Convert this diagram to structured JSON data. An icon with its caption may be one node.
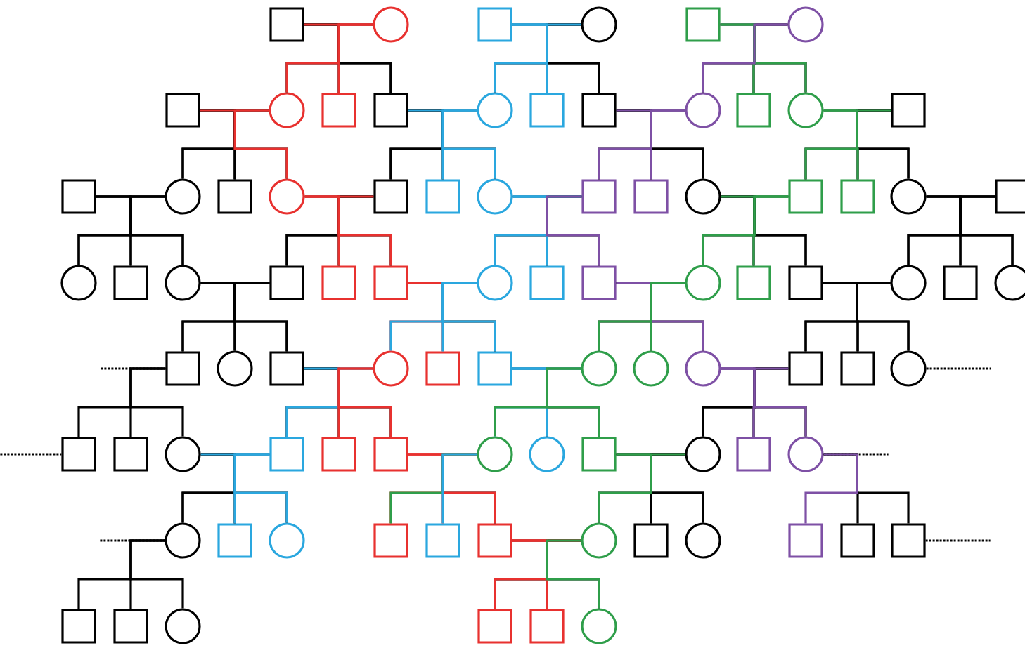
{
  "diagram": {
    "nodes": [
      {
        "text": [],
        "shape": "box"
      },
      {
        "text": [],
        "shape": "circle"
      },
      {
        "text": [],
        "shape": "box"
      },
      {
        "text": [],
        "shape": "circle"
      },
      {
        "text": [],
        "shape": "box"
      },
      {
        "text": [],
        "shape": "circle"
      },
      {
        "text": [],
        "shape": "box"
      },
      {
        "text": [],
        "shape": "circle"
      },
      {
        "text": [],
        "shape": "box"
      },
      {
        "text": [],
        "shape": "box"
      },
      {
        "text": [],
        "shape": "circle"
      },
      {
        "text": [],
        "shape": "box"
      },
      {
        "text": [],
        "shape": "box"
      },
      {
        "text": [],
        "shape": "circle"
      },
      {
        "text": [],
        "shape": "box"
      },
      {
        "text": [],
        "shape": "circle"
      },
      {
        "text": [],
        "shape": "box"
      },
      {
        "text": [],
        "shape": "box"
      },
      {
        "text": [],
        "shape": "circle"
      },
      {
        "text": [],
        "shape": "box"
      },
      {
        "text": [],
        "shape": "circle"
      },
      {
        "text": [],
        "shape": "box"
      },
      {
        "text": [],
        "shape": "box"
      },
      {
        "text": [],
        "shape": "circle"
      },
      {
        "text": [],
        "shape": "box"
      },
      {
        "text": [],
        "shape": "box"
      },
      {
        "text": [],
        "shape": "circle"
      },
      {
        "text": [],
        "shape": "box"
      },
      {
        "text": [],
        "shape": "box"
      },
      {
        "text": [],
        "shape": "circle"
      },
      {
        "text": [],
        "shape": "box"
      },
      {
        "text": [],
        "shape": "circle"
      },
      {
        "text": [],
        "shape": "box"
      },
      {
        "text": [],
        "shape": "circle"
      },
      {
        "text": [],
        "shape": "box"
      },
      {
        "text": [],
        "shape": "box"
      },
      {
        "text": [],
        "shape": "box"
      },
      {
        "text": [],
        "shape": "circle"
      },
      {
        "text": [],
        "shape": "box"
      },
      {
        "text": [],
        "shape": "box"
      },
      {
        "text": [],
        "shape": "circle"
      },
      {
        "text": [],
        "shape": "box"
      },
      {
        "text": [],
        "shape": "box"
      },
      {
        "text": [],
        "shape": "circle"
      },
      {
        "text": [],
        "shape": "box"
      },
      {
        "text": [],
        "shape": "circle"
      },
      {
        "text": [],
        "shape": "box"
      },
      {
        "text": [],
        "shape": "circle"
      },
      {
        "text": [],
        "shape": "box"
      },
      {
        "text": [],
        "shape": "circle"
      },
      {
        "text": [],
        "shape": "box"
      },
      {
        "text": [],
        "shape": "box"
      },
      {
        "text": [],
        "shape": "circle"
      },
      {
        "text": [],
        "shape": "circle"
      },
      {
        "text": [],
        "shape": "circle"
      },
      {
        "text": [],
        "shape": "box"
      },
      {
        "text": [],
        "shape": "box"
      },
      {
        "text": [],
        "shape": "circle"
      },
      {
        "text": [],
        "shape": "box"
      },
      {
        "text": [],
        "shape": "box"
      },
      {
        "text": [],
        "shape": "circle"
      },
      {
        "text": [],
        "shape": "box"
      },
      {
        "text": [],
        "shape": "box"
      },
      {
        "text": [],
        "shape": "box"
      },
      {
        "text": [],
        "shape": "circle"
      },
      {
        "text": [],
        "shape": "circle"
      },
      {
        "text": [],
        "shape": "box"
      },
      {
        "text": [],
        "shape": "circle"
      },
      {
        "text": [],
        "shape": "box"
      },
      {
        "text": [],
        "shape": "circle"
      },
      {
        "text": [],
        "shape": "circle"
      },
      {
        "text": [],
        "shape": "box"
      },
      {
        "text": [],
        "shape": "circle"
      },
      {
        "text": [],
        "shape": "box"
      },
      {
        "text": [],
        "shape": "box"
      },
      {
        "text": [],
        "shape": "box"
      },
      {
        "text": [],
        "shape": "circle"
      },
      {
        "text": [],
        "shape": "box"
      },
      {
        "text": [],
        "shape": "circle"
      },
      {
        "text": [],
        "shape": "box"
      },
      {
        "text": [],
        "shape": "box"
      },
      {
        "text": [],
        "shape": "box"
      },
      {
        "text": [],
        "shape": "box"
      },
      {
        "text": [],
        "shape": "box"
      },
      {
        "text": [],
        "shape": "circle"
      },
      {
        "text": [],
        "shape": "box"
      },
      {
        "text": [],
        "shape": "box"
      },
      {
        "text": [],
        "shape": "circle"
      }
    ],
    "edges": [
      {
        "from": 0,
        "to": 1,
        "arrow": "none",
        "color": "#e8312f"
      },
      {
        "from": 2,
        "to": 3,
        "arrow": "none",
        "color": "#2aa7df"
      },
      {
        "from": 4,
        "to": 5,
        "arrow": "none",
        "color": "#7e50a5"
      },
      {
        "from": 6,
        "to": 7,
        "arrow": "none",
        "color": "#e8312f"
      },
      {
        "from": 9,
        "to": 10,
        "arrow": "none",
        "color": "#2aa7df"
      },
      {
        "from": 12,
        "to": 13,
        "arrow": "none",
        "color": "#7e50a5"
      },
      {
        "from": 15,
        "to": 16,
        "arrow": "none",
        "color": "#2f9e4a"
      },
      {
        "from": 17,
        "to": 18,
        "arrow": "none"
      },
      {
        "from": 20,
        "to": 21,
        "arrow": "none",
        "color": "#e8312f"
      },
      {
        "from": 23,
        "to": 24,
        "arrow": "none",
        "color": "#2aa7df"
      },
      {
        "from": 26,
        "to": 27,
        "arrow": "none",
        "color": "#2f9e4a"
      },
      {
        "from": 29,
        "to": 30,
        "arrow": "none"
      },
      {
        "from": 33,
        "to": 34,
        "arrow": "none"
      },
      {
        "from": 36,
        "to": 37,
        "arrow": "none",
        "color": "#e8312f"
      },
      {
        "from": 39,
        "to": 40,
        "arrow": "none",
        "color": "#7e50a5"
      },
      {
        "from": 42,
        "to": 43,
        "arrow": "none"
      },
      {
        "from": 48,
        "to": 49,
        "arrow": "none",
        "color": "#2aa7df"
      },
      {
        "from": 51,
        "to": 52,
        "arrow": "none",
        "color": "#2aa7df"
      },
      {
        "from": 54,
        "to": 55,
        "arrow": "none",
        "color": "#7e50a5"
      },
      {
        "from": 60,
        "to": 61,
        "arrow": "none",
        "color": "#2aa7df"
      },
      {
        "from": 63,
        "to": 64,
        "arrow": "none",
        "color": "#e8312f"
      },
      {
        "from": 66,
        "to": 67,
        "arrow": "none",
        "color": "#2f9e4a"
      },
      {
        "from": 75,
        "to": 76,
        "arrow": "none",
        "color": "#e8312f"
      },
      {
        "from": null,
        "to": 46,
        "arrow": "none",
        "style": "dashed"
      },
      {
        "from": 57,
        "to": null,
        "arrow": "none",
        "style": "dashed"
      },
      {
        "from": null,
        "to": 58,
        "arrow": "none",
        "style": "dashed"
      },
      {
        "from": 69,
        "to": null,
        "arrow": "none",
        "style": "dashed"
      },
      {
        "from": null,
        "to": 70,
        "arrow": "none",
        "style": "dashed"
      },
      {
        "from": 81,
        "to": null,
        "arrow": "none",
        "style": "dashed"
      },
      {
        "from": 0,
        "to": 7,
        "arrow": "none"
      },
      {
        "from": 0,
        "to": 8,
        "arrow": "none"
      },
      {
        "from": 0,
        "to": 9,
        "arrow": "none"
      },
      {
        "from": 1,
        "to": 7,
        "arrow": "none",
        "color": "#e8312f"
      },
      {
        "from": 1,
        "to": 8,
        "arrow": "none",
        "color": "#e8312f"
      },
      {
        "from": 1,
        "to": 9,
        "arrow": "none"
      },
      {
        "from": 2,
        "to": 10,
        "arrow": "none",
        "color": "#2aa7df"
      },
      {
        "from": 2,
        "to": 11,
        "arrow": "none",
        "color": "#2aa7df"
      },
      {
        "from": 2,
        "to": 12,
        "arrow": "none"
      },
      {
        "from": 3,
        "to": 10,
        "arrow": "none"
      },
      {
        "from": 3,
        "to": 11,
        "arrow": "none"
      },
      {
        "from": 3,
        "to": 12,
        "arrow": "none"
      },
      {
        "from": 4,
        "to": 13,
        "arrow": "none"
      },
      {
        "from": 4,
        "to": 14,
        "arrow": "none",
        "color": "#2f9e4a"
      },
      {
        "from": 4,
        "to": 15,
        "arrow": "none",
        "color": "#2f9e4a"
      },
      {
        "from": 5,
        "to": 13,
        "arrow": "none",
        "color": "#7e50a5"
      },
      {
        "from": 5,
        "to": 14,
        "arrow": "none"
      },
      {
        "from": 5,
        "to": 15,
        "arrow": "none"
      },
      {
        "from": 6,
        "to": 18,
        "arrow": "none"
      },
      {
        "from": 6,
        "to": 19,
        "arrow": "none"
      },
      {
        "from": 6,
        "to": 20,
        "arrow": "none"
      },
      {
        "from": 7,
        "to": 18,
        "arrow": "none"
      },
      {
        "from": 7,
        "to": 19,
        "arrow": "none"
      },
      {
        "from": 7,
        "to": 20,
        "arrow": "none",
        "color": "#e8312f"
      },
      {
        "from": 9,
        "to": 21,
        "arrow": "none"
      },
      {
        "from": 9,
        "to": 22,
        "arrow": "none"
      },
      {
        "from": 9,
        "to": 23,
        "arrow": "none"
      },
      {
        "from": 10,
        "to": 21,
        "arrow": "none"
      },
      {
        "from": 10,
        "to": 22,
        "arrow": "none",
        "color": "#2aa7df"
      },
      {
        "from": 10,
        "to": 23,
        "arrow": "none",
        "color": "#2aa7df"
      },
      {
        "from": 12,
        "to": 24,
        "arrow": "none"
      },
      {
        "from": 12,
        "to": 25,
        "arrow": "none"
      },
      {
        "from": 12,
        "to": 26,
        "arrow": "none"
      },
      {
        "from": 13,
        "to": 24,
        "arrow": "none",
        "color": "#7e50a5"
      },
      {
        "from": 13,
        "to": 25,
        "arrow": "none",
        "color": "#7e50a5"
      },
      {
        "from": 13,
        "to": 26,
        "arrow": "none"
      },
      {
        "from": 15,
        "to": 27,
        "arrow": "none",
        "color": "#2f9e4a"
      },
      {
        "from": 15,
        "to": 28,
        "arrow": "none",
        "color": "#2f9e4a"
      },
      {
        "from": 15,
        "to": 29,
        "arrow": "none"
      },
      {
        "from": 16,
        "to": 27,
        "arrow": "none"
      },
      {
        "from": 16,
        "to": 28,
        "arrow": "none"
      },
      {
        "from": 16,
        "to": 29,
        "arrow": "none"
      },
      {
        "from": 17,
        "to": 31,
        "arrow": "none"
      },
      {
        "from": 17,
        "to": 32,
        "arrow": "none"
      },
      {
        "from": 17,
        "to": 33,
        "arrow": "none"
      },
      {
        "from": 18,
        "to": 31,
        "arrow": "none"
      },
      {
        "from": 18,
        "to": 32,
        "arrow": "none"
      },
      {
        "from": 18,
        "to": 33,
        "arrow": "none"
      },
      {
        "from": 20,
        "to": 34,
        "arrow": "none"
      },
      {
        "from": 20,
        "to": 35,
        "arrow": "none",
        "color": "#e8312f"
      },
      {
        "from": 20,
        "to": 36,
        "arrow": "none",
        "color": "#e8312f"
      },
      {
        "from": 21,
        "to": 34,
        "arrow": "none"
      },
      {
        "from": 21,
        "to": 35,
        "arrow": "none"
      },
      {
        "from": 21,
        "to": 36,
        "arrow": "none"
      },
      {
        "from": 23,
        "to": 37,
        "arrow": "none",
        "color": "#2aa7df"
      },
      {
        "from": 23,
        "to": 38,
        "arrow": "none",
        "color": "#2aa7df"
      },
      {
        "from": 23,
        "to": 39,
        "arrow": "none"
      },
      {
        "from": 24,
        "to": 37,
        "arrow": "none"
      },
      {
        "from": 24,
        "to": 38,
        "arrow": "none"
      },
      {
        "from": 24,
        "to": 39,
        "arrow": "none",
        "color": "#7e50a5"
      },
      {
        "from": 26,
        "to": 40,
        "arrow": "none"
      },
      {
        "from": 26,
        "to": 41,
        "arrow": "none"
      },
      {
        "from": 26,
        "to": 42,
        "arrow": "none"
      },
      {
        "from": 27,
        "to": 40,
        "arrow": "none",
        "color": "#2f9e4a"
      },
      {
        "from": 27,
        "to": 41,
        "arrow": "none",
        "color": "#2f9e4a"
      },
      {
        "from": 27,
        "to": 42,
        "arrow": "none"
      },
      {
        "from": 29,
        "to": 43,
        "arrow": "none"
      },
      {
        "from": 29,
        "to": 44,
        "arrow": "none"
      },
      {
        "from": 29,
        "to": 45,
        "arrow": "none"
      },
      {
        "from": 30,
        "to": 43,
        "arrow": "none"
      },
      {
        "from": 30,
        "to": 44,
        "arrow": "none"
      },
      {
        "from": 30,
        "to": 45,
        "arrow": "none"
      },
      {
        "from": 33,
        "to": 46,
        "arrow": "none"
      },
      {
        "from": 33,
        "to": 47,
        "arrow": "none"
      },
      {
        "from": 33,
        "to": 48,
        "arrow": "none"
      },
      {
        "from": 34,
        "to": 46,
        "arrow": "none"
      },
      {
        "from": 34,
        "to": 47,
        "arrow": "none"
      },
      {
        "from": 34,
        "to": 48,
        "arrow": "none"
      },
      {
        "from": 36,
        "to": 49,
        "arrow": "none",
        "color": "#e8312f"
      },
      {
        "from": 36,
        "to": 50,
        "arrow": "none",
        "color": "#e8312f"
      },
      {
        "from": 36,
        "to": 51,
        "arrow": "none"
      },
      {
        "from": 37,
        "to": 49,
        "arrow": "none",
        "color": "#2aa7df"
      },
      {
        "from": 37,
        "to": 50,
        "arrow": "none",
        "color": "#2aa7df"
      },
      {
        "from": 37,
        "to": 51,
        "arrow": "none",
        "color": "#2aa7df"
      },
      {
        "from": 39,
        "to": 52,
        "arrow": "none"
      },
      {
        "from": 39,
        "to": 53,
        "arrow": "none"
      },
      {
        "from": 39,
        "to": 54,
        "arrow": "none",
        "color": "#7e50a5"
      },
      {
        "from": 40,
        "to": 52,
        "arrow": "none",
        "color": "#2f9e4a"
      },
      {
        "from": 40,
        "to": 53,
        "arrow": "none",
        "color": "#2f9e4a"
      },
      {
        "from": 40,
        "to": 54,
        "arrow": "none"
      },
      {
        "from": 42,
        "to": 55,
        "arrow": "none"
      },
      {
        "from": 42,
        "to": 56,
        "arrow": "none"
      },
      {
        "from": 42,
        "to": 57,
        "arrow": "none"
      },
      {
        "from": 43,
        "to": 55,
        "arrow": "none"
      },
      {
        "from": 43,
        "to": 56,
        "arrow": "none"
      },
      {
        "from": 43,
        "to": 57,
        "arrow": "none"
      },
      {
        "from": 46,
        "to": 58,
        "arrow": "none"
      },
      {
        "from": 46,
        "to": 59,
        "arrow": "none"
      },
      {
        "from": 46,
        "to": 60,
        "arrow": "none"
      },
      {
        "from": 48,
        "to": 61,
        "arrow": "none"
      },
      {
        "from": 48,
        "to": 62,
        "arrow": "none"
      },
      {
        "from": 48,
        "to": 63,
        "arrow": "none"
      },
      {
        "from": 49,
        "to": 61,
        "arrow": "none",
        "color": "#2aa7df"
      },
      {
        "from": 49,
        "to": 62,
        "arrow": "none",
        "color": "#e8312f"
      },
      {
        "from": 49,
        "to": 63,
        "arrow": "none",
        "color": "#e8312f"
      },
      {
        "from": 51,
        "to": 64,
        "arrow": "none",
        "color": "#2aa7df"
      },
      {
        "from": 51,
        "to": 65,
        "arrow": "none",
        "color": "#2aa7df"
      },
      {
        "from": 51,
        "to": 66,
        "arrow": "none"
      },
      {
        "from": 52,
        "to": 64,
        "arrow": "none",
        "color": "#2f9e4a"
      },
      {
        "from": 52,
        "to": 65,
        "arrow": "none"
      },
      {
        "from": 52,
        "to": 66,
        "arrow": "none",
        "color": "#2f9e4a"
      },
      {
        "from": 54,
        "to": 67,
        "arrow": "none"
      },
      {
        "from": 54,
        "to": 68,
        "arrow": "none",
        "color": "#7e50a5"
      },
      {
        "from": 54,
        "to": 69,
        "arrow": "none",
        "color": "#7e50a5"
      },
      {
        "from": 55,
        "to": 67,
        "arrow": "none"
      },
      {
        "from": 55,
        "to": 68,
        "arrow": "none"
      },
      {
        "from": 55,
        "to": 69,
        "arrow": "none"
      },
      {
        "from": 60,
        "to": 70,
        "arrow": "none"
      },
      {
        "from": 60,
        "to": 71,
        "arrow": "none"
      },
      {
        "from": 60,
        "to": 72,
        "arrow": "none"
      },
      {
        "from": 61,
        "to": 70,
        "arrow": "none"
      },
      {
        "from": 61,
        "to": 71,
        "arrow": "none",
        "color": "#2aa7df"
      },
      {
        "from": 61,
        "to": 72,
        "arrow": "none",
        "color": "#2aa7df"
      },
      {
        "from": 63,
        "to": 73,
        "arrow": "none",
        "color": "#e8312f"
      },
      {
        "from": 63,
        "to": 74,
        "arrow": "none",
        "color": "#e8312f"
      },
      {
        "from": 63,
        "to": 75,
        "arrow": "none",
        "color": "#e8312f"
      },
      {
        "from": 64,
        "to": 73,
        "arrow": "none",
        "color": "#2f9e4a"
      },
      {
        "from": 64,
        "to": 74,
        "arrow": "none",
        "color": "#2aa7df"
      },
      {
        "from": 64,
        "to": 75,
        "arrow": "none"
      },
      {
        "from": 66,
        "to": 76,
        "arrow": "none",
        "color": "#2f9e4a"
      },
      {
        "from": 66,
        "to": 77,
        "arrow": "none"
      },
      {
        "from": 66,
        "to": 78,
        "arrow": "none"
      },
      {
        "from": 67,
        "to": 76,
        "arrow": "none"
      },
      {
        "from": 67,
        "to": 77,
        "arrow": "none"
      },
      {
        "from": 67,
        "to": 78,
        "arrow": "none"
      },
      {
        "from": 69,
        "to": 79,
        "arrow": "none",
        "color": "#7e50a5"
      },
      {
        "from": 69,
        "to": 80,
        "arrow": "none"
      },
      {
        "from": 69,
        "to": 81,
        "arrow": "none"
      },
      {
        "from": 70,
        "to": 82,
        "arrow": "none"
      },
      {
        "from": 70,
        "to": 83,
        "arrow": "none"
      },
      {
        "from": 70,
        "to": 84,
        "arrow": "none"
      },
      {
        "from": 75,
        "to": 85,
        "arrow": "none",
        "color": "#e8312f"
      },
      {
        "from": 75,
        "to": 86,
        "arrow": "none",
        "color": "#e8312f"
      },
      {
        "from": 75,
        "to": 87,
        "arrow": "none"
      },
      {
        "from": 76,
        "to": 85,
        "arrow": "none"
      },
      {
        "from": 76,
        "to": 86,
        "arrow": "none"
      },
      {
        "from": 76,
        "to": 87,
        "arrow": "none",
        "color": "#2f9e4a"
      }
    ]
  }
}
